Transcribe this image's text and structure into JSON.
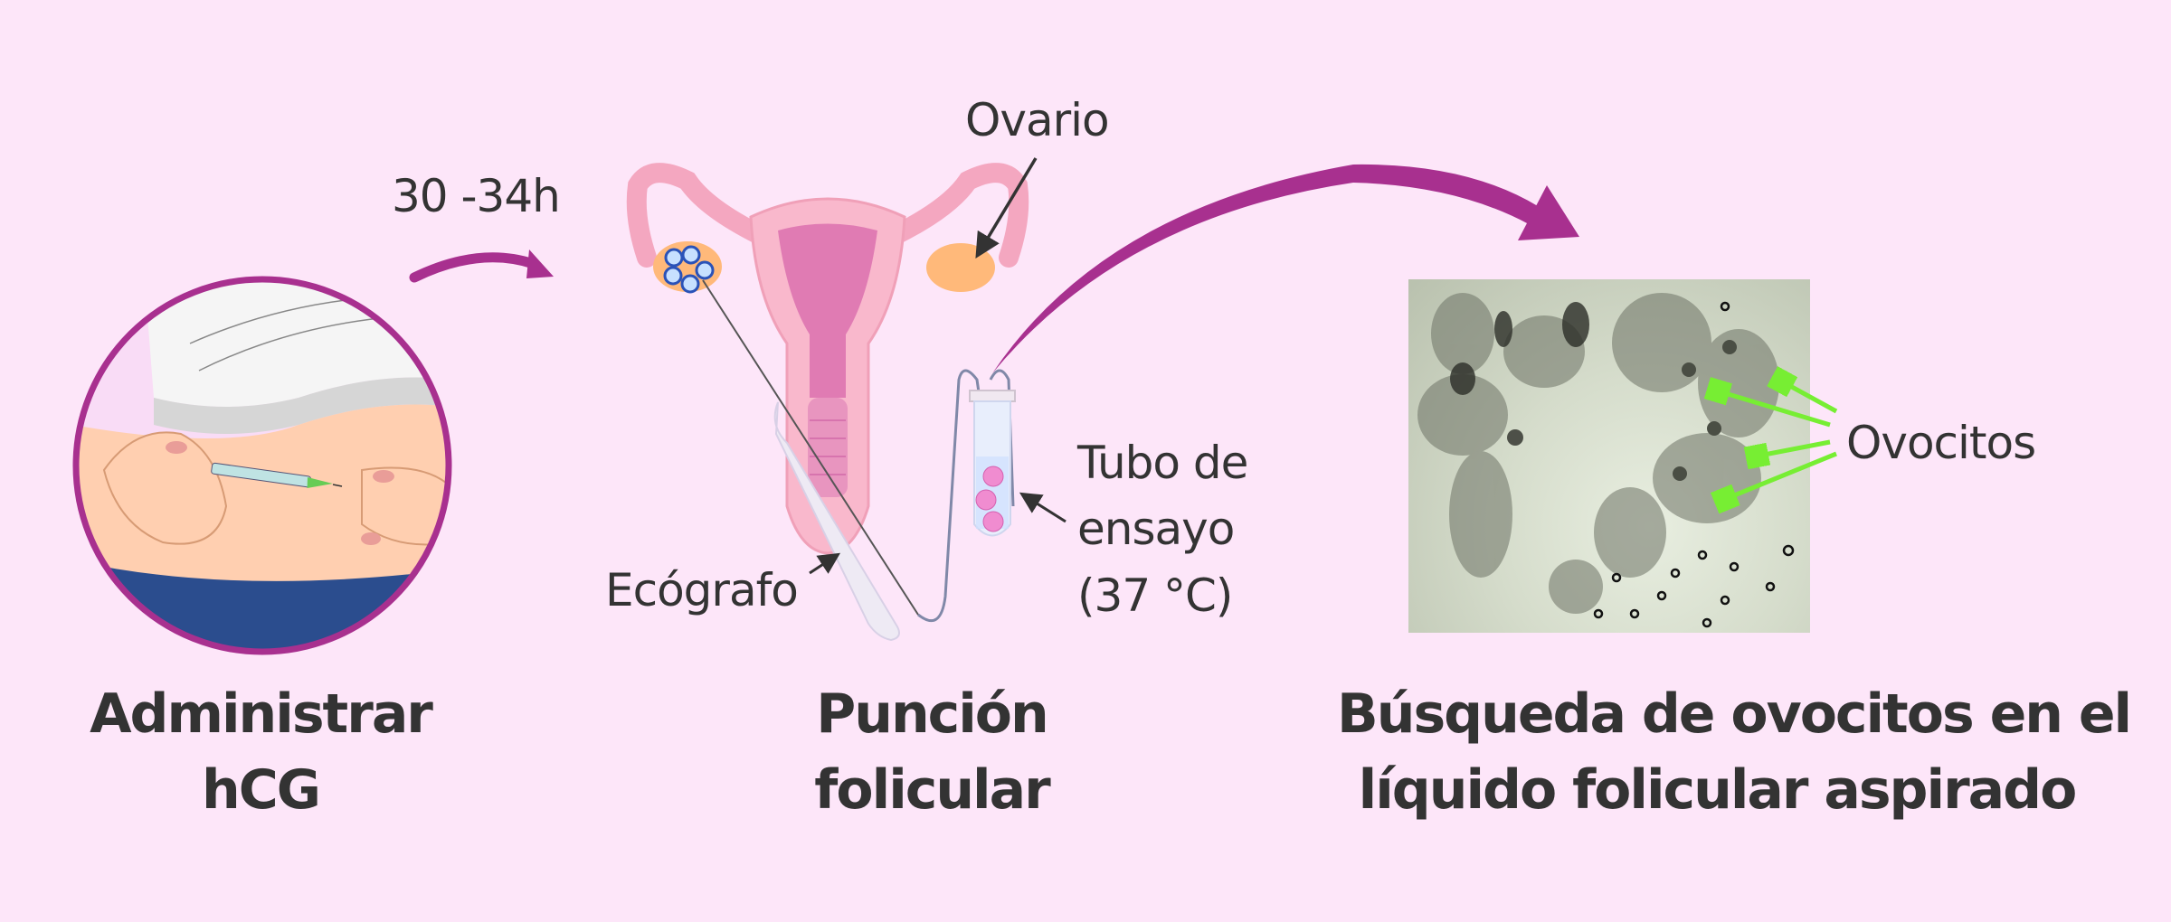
{
  "steps": [
    {
      "title_line1": "Administrar",
      "title_line2": "hCG"
    },
    {
      "title_line1": "Punción",
      "title_line2": "folicular"
    },
    {
      "title_line1": "Búsqueda de ovocitos en el",
      "title_line2": "líquido folicular aspirado"
    }
  ],
  "timing_label": "30 -34h",
  "labels": {
    "ovary": "Ovario",
    "test_tube_line1": "Tubo de",
    "test_tube_line2": "ensayo",
    "test_tube_line3": "(37 °C)",
    "ultrasound": "Ecógrafo",
    "oocytes": "Ovocitos"
  },
  "colors": {
    "background": "#fde6f9",
    "arrow": "#a8308f",
    "text": "#333333",
    "pointer_green": "#77ee33",
    "circle_border": "#a8308f"
  }
}
